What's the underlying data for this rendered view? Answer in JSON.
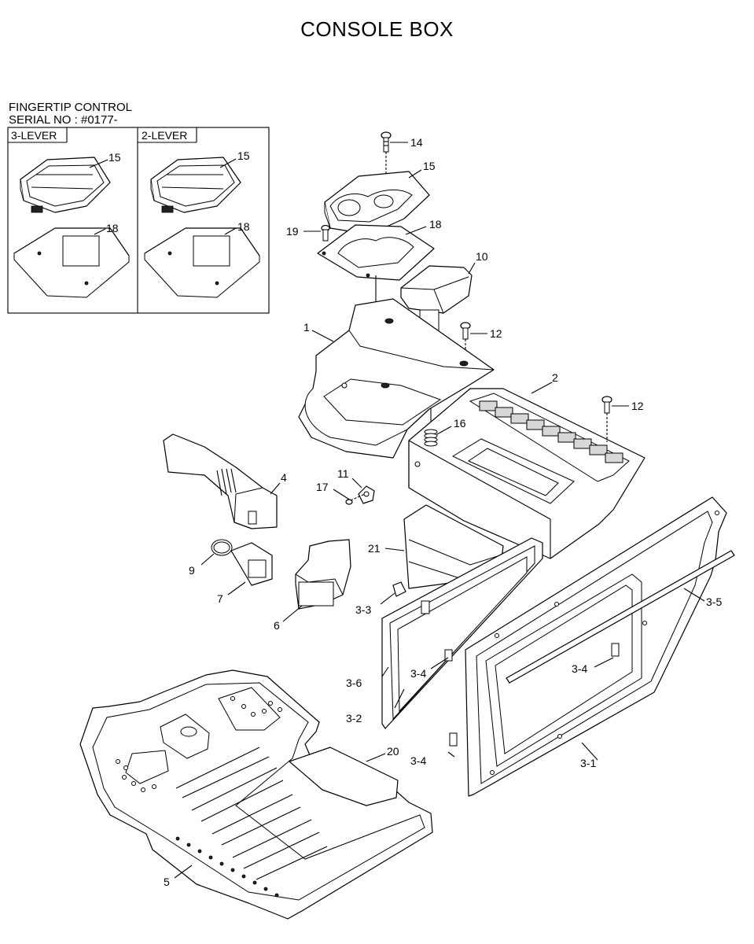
{
  "title": "CONSOLE BOX",
  "inset": {
    "heading_line1": "FINGERTIP CONTROL",
    "heading_line2": "SERIAL NO : #0177-",
    "panels": [
      {
        "label": "3-LEVER",
        "callouts": [
          "15",
          "18"
        ]
      },
      {
        "label": "2-LEVER",
        "callouts": [
          "15",
          "18"
        ]
      }
    ]
  },
  "callouts": [
    "14",
    "15",
    "19",
    "18",
    "10",
    "12",
    "1",
    "2",
    "12",
    "16",
    "4",
    "11",
    "17",
    "21",
    "9",
    "7",
    "6",
    "3-3",
    "3-5",
    "3-4",
    "3-6",
    "3-4",
    "3-2",
    "20",
    "3-4",
    "3-1",
    "5"
  ]
}
